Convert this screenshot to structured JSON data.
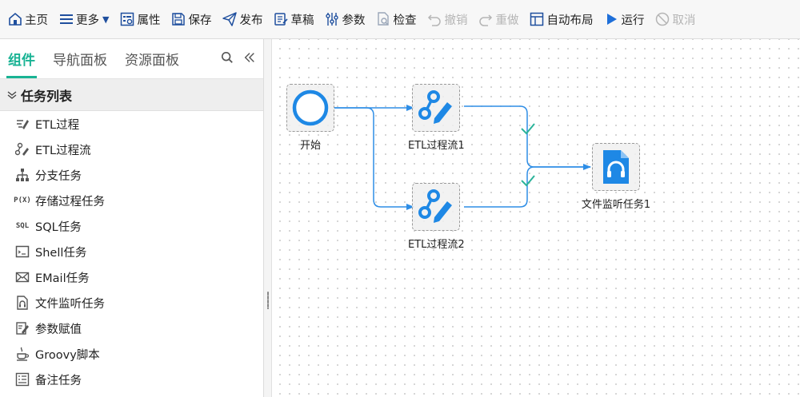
{
  "toolbar": {
    "home": "主页",
    "more": "更多",
    "properties": "属性",
    "save": "保存",
    "publish": "发布",
    "draft": "草稿",
    "params": "参数",
    "check": "检查",
    "undo": "撤销",
    "redo": "重做",
    "auto_layout": "自动布局",
    "run": "运行",
    "cancel": "取消"
  },
  "left_panel": {
    "tabs": [
      "组件",
      "导航面板",
      "资源面板"
    ],
    "section_title": "任务列表",
    "tasks": [
      {
        "label": "ETL过程",
        "icon": "etl-process-icon"
      },
      {
        "label": "ETL过程流",
        "icon": "etl-flow-icon"
      },
      {
        "label": "分支任务",
        "icon": "branch-icon"
      },
      {
        "label": "存储过程任务",
        "icon": "stored-procedure-icon",
        "icon_text": "P(X)"
      },
      {
        "label": "SQL任务",
        "icon": "sql-icon",
        "icon_text": "SQL"
      },
      {
        "label": "Shell任务",
        "icon": "shell-icon"
      },
      {
        "label": "EMail任务",
        "icon": "email-icon"
      },
      {
        "label": "文件监听任务",
        "icon": "file-monitor-icon"
      },
      {
        "label": "参数赋值",
        "icon": "param-assign-icon"
      },
      {
        "label": "Groovy脚本",
        "icon": "groovy-icon"
      },
      {
        "label": "备注任务",
        "icon": "note-icon"
      }
    ]
  },
  "canvas": {
    "nodes": [
      {
        "id": "start",
        "label": "开始",
        "icon": "start-circle-icon"
      },
      {
        "id": "etl1",
        "label": "ETL过程流1",
        "icon": "etl-flow-icon"
      },
      {
        "id": "etl2",
        "label": "ETL过程流2",
        "icon": "etl-flow-icon"
      },
      {
        "id": "file",
        "label": "文件监听任务1",
        "icon": "file-monitor-icon"
      }
    ],
    "edges": [
      {
        "from": "start",
        "to": "etl1"
      },
      {
        "from": "start",
        "to": "etl2"
      },
      {
        "from": "etl1",
        "to": "file",
        "status": "success"
      },
      {
        "from": "etl2",
        "to": "file",
        "status": "success"
      }
    ]
  },
  "colors": {
    "accent_tab": "#19b394",
    "node_blue": "#1e88e5",
    "edge_blue": "#2f8ee6",
    "success_check": "#2bb39a",
    "toolbar_icon": "#1f4f9e"
  }
}
